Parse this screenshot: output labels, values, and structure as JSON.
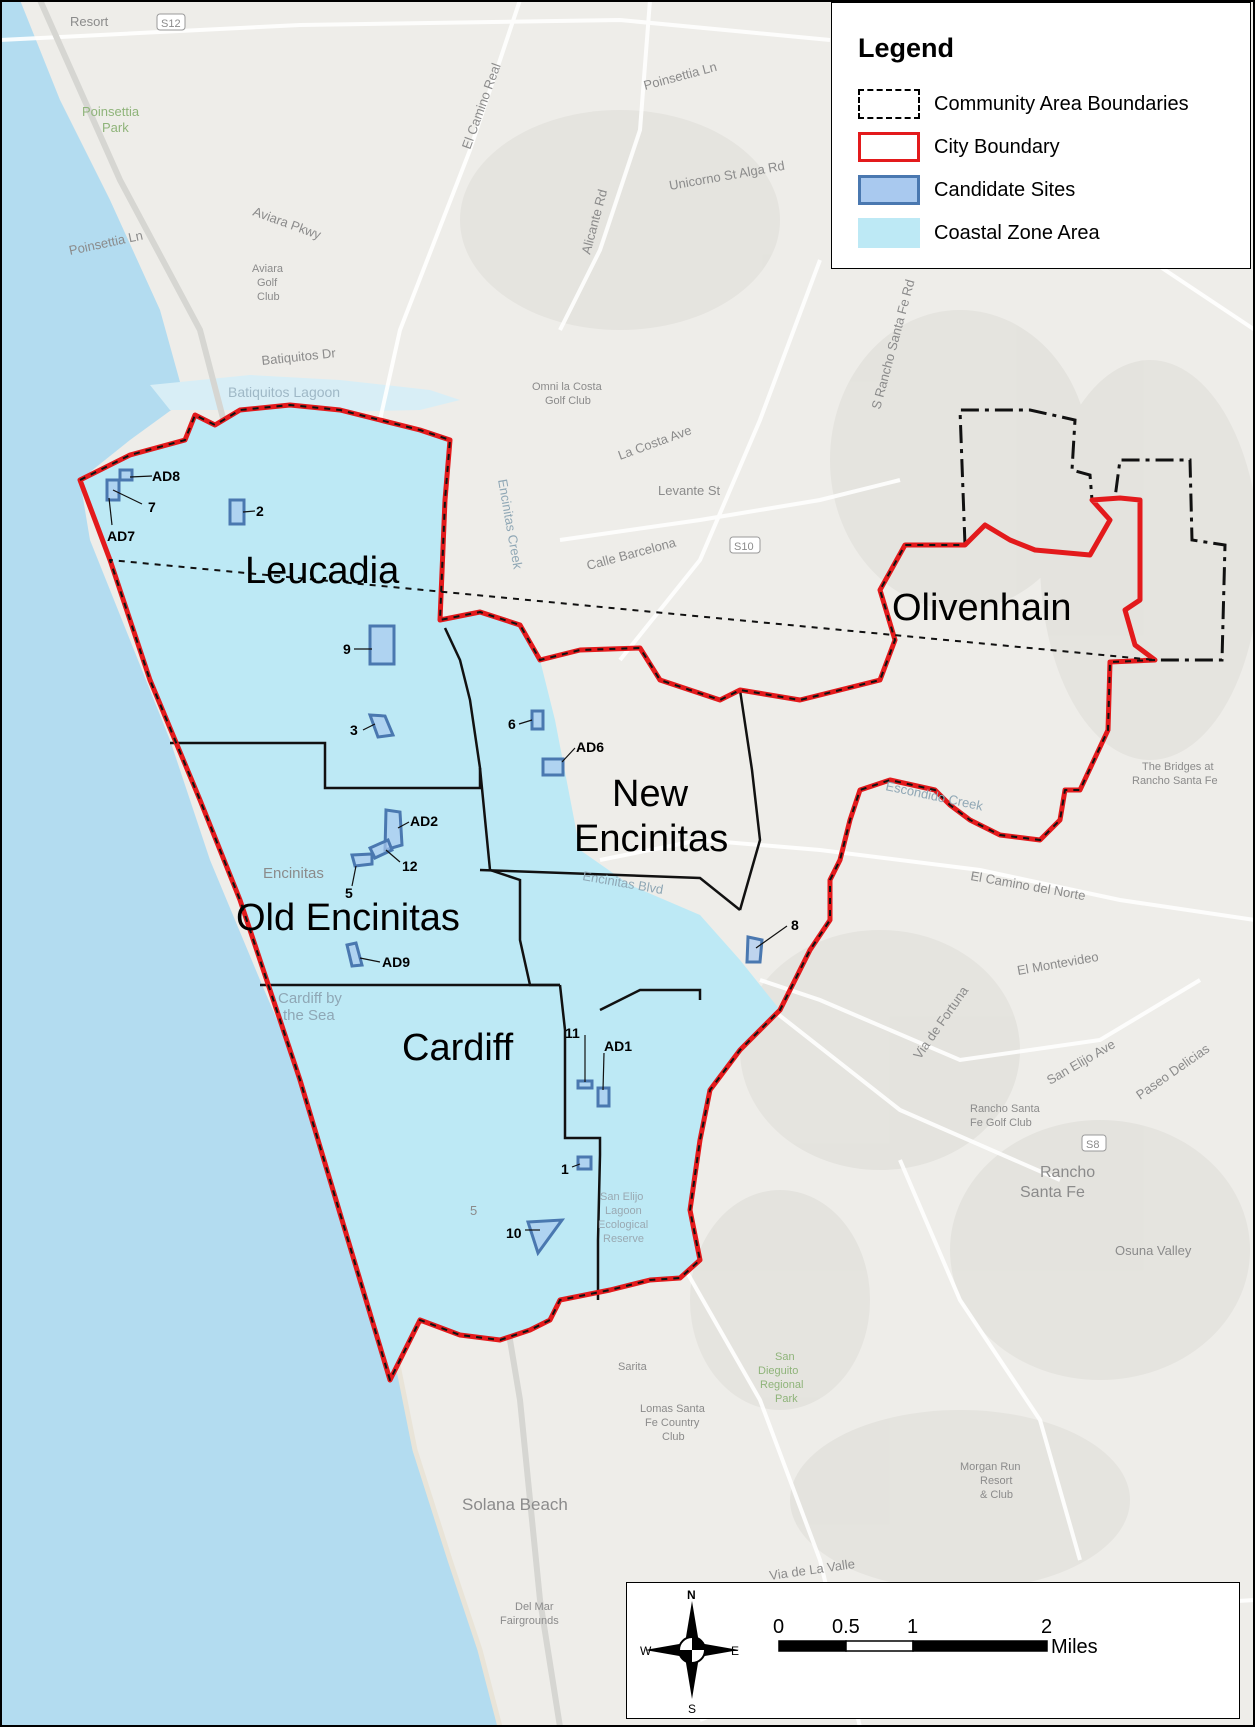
{
  "legend": {
    "title": "Legend",
    "items": [
      {
        "label": "Community Area Boundaries",
        "style": "dash-dot black"
      },
      {
        "label": "City Boundary",
        "color": "#e31a1c"
      },
      {
        "label": "Candidate Sites",
        "color": "#4a78b0"
      },
      {
        "label": "Coastal Zone Area",
        "color": "#bde9f5"
      }
    ]
  },
  "communities": [
    "Leucadia",
    "Olivenhain",
    "New Encinitas",
    "Old Encinitas",
    "Cardiff"
  ],
  "community_lines": {
    "new_encinitas": [
      "New",
      "Encinitas"
    ]
  },
  "sites": [
    "AD8",
    "7",
    "AD7",
    "2",
    "9",
    "3",
    "6",
    "AD6",
    "AD2",
    "12",
    "5",
    "AD9",
    "8",
    "11",
    "AD1",
    "1",
    "10"
  ],
  "basemap_labels": {
    "resort": "Resort",
    "route_s12": "S12",
    "poinsettia_park": [
      "Poinsettia",
      "Park"
    ],
    "poinsettia_ln_w": "Poinsettia Ln",
    "poinsettia_ln_n": "Poinsettia Ln",
    "aviara_pkwy": "Aviara Pkwy",
    "aviara_golf": [
      "Aviara",
      "Golf",
      "Club"
    ],
    "batiquitos_dr": "Batiquitos Dr",
    "batiquitos_lagoon": "Batiquitos Lagoon",
    "el_camino_real_n": "El Camino Real",
    "alga_rd": "Unicorno St  Alga Rd",
    "alicante_rd": "Alicante Rd",
    "omni_golf": [
      "Omni la Costa",
      "Golf Club"
    ],
    "la_costa_ave": "La Costa Ave",
    "levante_st": "Levante St",
    "calle_barcelona": "Calle Barcelona",
    "route_s10": "S10",
    "encinitas_creek": "Encinitas Creek",
    "s_rancho_santa_fe": "S Rancho Santa Fe Rd",
    "escondido_creek": "Escondido Creek",
    "encinitas_town": "Encinitas",
    "encinitas_blvd": "Encinitas Blvd",
    "el_camino_del_norte": "El Camino del Norte",
    "el_montevideo": "El Montevideo",
    "cardiff_by_the_sea": [
      "Cardiff by",
      "the Sea"
    ],
    "via_de_fortuna": "Via de Fortuna",
    "san_elijo_ave": "San Elijo Ave",
    "paseo_delicias": "Paseo Delicias",
    "rancho_sf_golf": [
      "Rancho Santa",
      "Fe Golf Club"
    ],
    "rancho_santa_fe": [
      "Rancho",
      "Santa Fe"
    ],
    "osuna_valley": "Osuna Valley",
    "san_elijo_lagoon": [
      "San Elijo",
      "Lagoon",
      "Ecological",
      "Reserve"
    ],
    "san_dieguito_park": [
      "San",
      "Dieguito",
      "Regional",
      "Park"
    ],
    "lomas_santa_fe": [
      "Lomas Santa",
      "Fe Country",
      "Club"
    ],
    "morgan_run": [
      "Morgan Run",
      "Resort",
      "& Club"
    ],
    "solana_beach": "Solana Beach",
    "via_de_la_valle": "Via de La Valle",
    "del_mar_fairgrounds": [
      "Del Mar",
      "Fairgrounds"
    ],
    "bridges": [
      "The Bridges at",
      "Rancho Santa Fe"
    ],
    "route_58": "S8",
    "interstate": "5",
    "sarita": "Sarita"
  },
  "scale": {
    "ticks": [
      "0",
      "0.5",
      "1",
      "2"
    ],
    "tick_values": [
      0,
      0.5,
      1,
      2
    ],
    "unit": "Miles"
  },
  "north_arrow": {
    "n": "N",
    "s": "S",
    "e": "E",
    "w": "W"
  },
  "colors": {
    "coastal": "#bde9f5",
    "city_boundary": "#e31a1c",
    "sites": "#4a78b0",
    "site_fill": "#a9c9ef",
    "ocean": "#b3dcf0"
  }
}
